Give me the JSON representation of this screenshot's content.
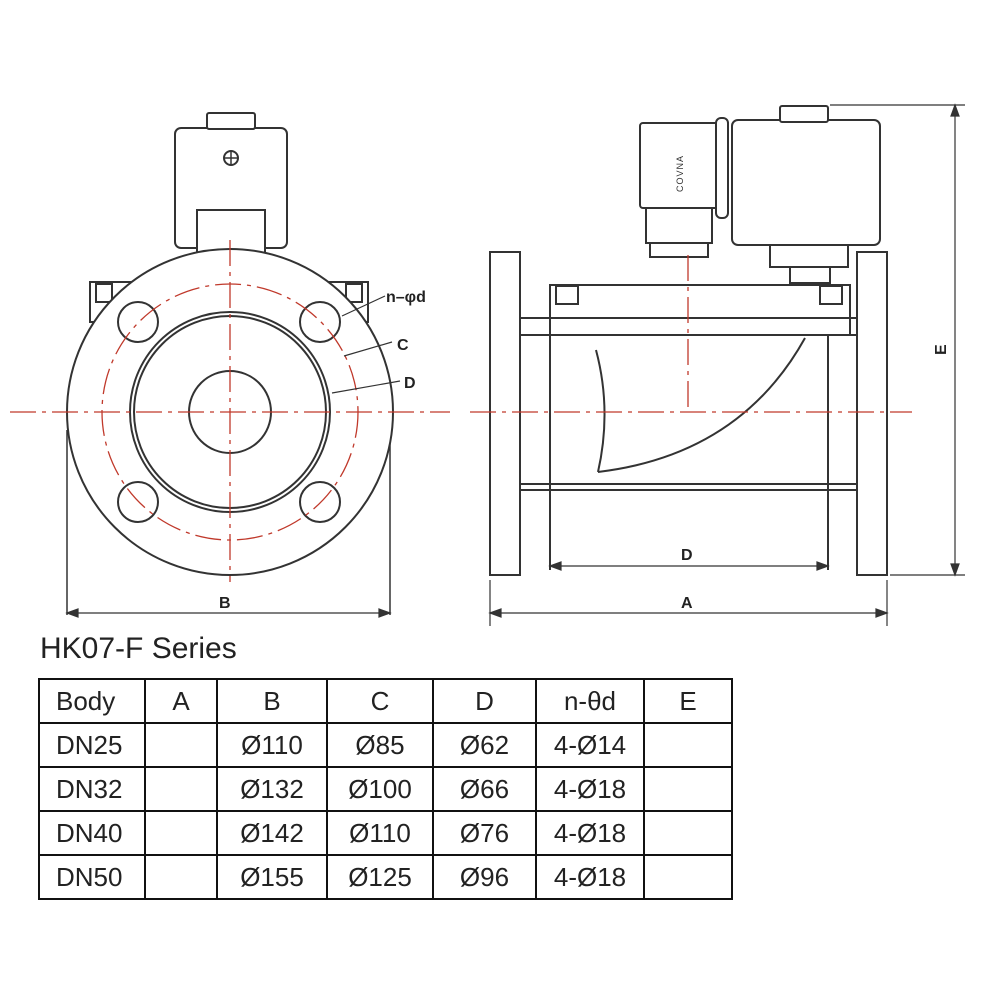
{
  "labels": {
    "bolt": "n–φd",
    "front_C": "C",
    "front_D": "D",
    "front_B": "B",
    "side_D": "D",
    "side_A": "A",
    "side_E": "E",
    "brand": "COVNA"
  },
  "title": "HK07-F Series",
  "table": {
    "headers": [
      "Body",
      "A",
      "B",
      "C",
      "D",
      "n-θd",
      "E"
    ],
    "rows": [
      [
        "DN25",
        "",
        "Ø110",
        "Ø85",
        "Ø62",
        "4-Ø14",
        ""
      ],
      [
        "DN32",
        "",
        "Ø132",
        "Ø100",
        "Ø66",
        "4-Ø18",
        ""
      ],
      [
        "DN40",
        "",
        "Ø142",
        "Ø110",
        "Ø76",
        "4-Ø18",
        ""
      ],
      [
        "DN50",
        "",
        "Ø155",
        "Ø125",
        "Ø96",
        "4-Ø18",
        ""
      ]
    ]
  }
}
